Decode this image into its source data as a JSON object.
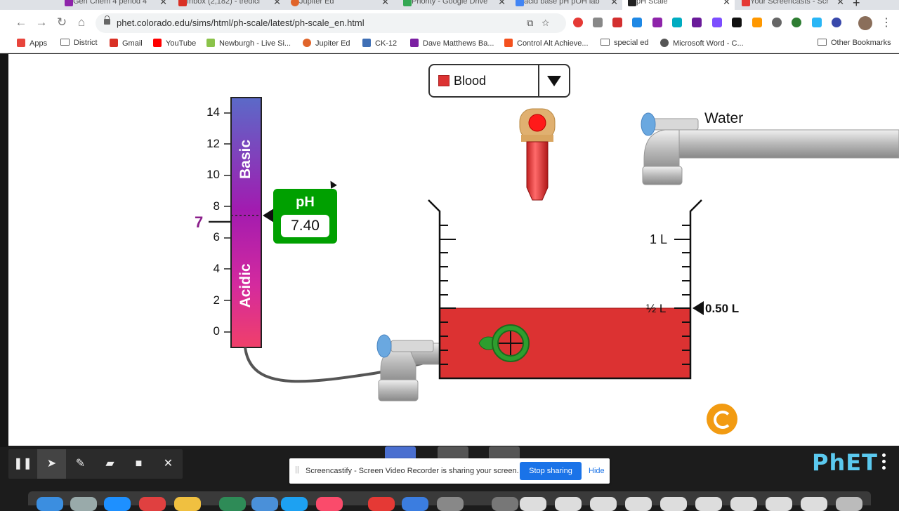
{
  "browser": {
    "tabs": [
      {
        "title": "Gen Chem 4 period 4",
        "color": "#8e24aa"
      },
      {
        "title": "Inbox (2,182) - tredici",
        "color": "#d93025"
      },
      {
        "title": "Jupiter Ed",
        "color": "#e0642a"
      },
      {
        "title": "Priority - Google Drive",
        "color": "#34a853"
      },
      {
        "title": "acid base pH pOH lab",
        "color": "#4285f4"
      },
      {
        "title": "pH Scale",
        "color": "#222222",
        "active": true
      },
      {
        "title": "Your Screencasts - Scr",
        "color": "#e53935"
      }
    ],
    "close_glyph": "✕",
    "new_tab_glyph": "+",
    "url": "phet.colorado.edu/sims/html/ph-scale/latest/ph-scale_en.html",
    "back_icon": "←",
    "forward_icon": "→",
    "reload_icon": "↻",
    "home_icon": "⌂",
    "menu_icon": "⋮",
    "url_icons": "⧉☆",
    "bookmarks": [
      {
        "label": "Apps",
        "color": "#e8453c"
      },
      {
        "label": "District",
        "folder": true
      },
      {
        "label": "Gmail",
        "color": "#d93025"
      },
      {
        "label": "YouTube",
        "color": "#ff0000"
      },
      {
        "label": "Newburgh - Live Si...",
        "color": "#8bc34a"
      },
      {
        "label": "Jupiter Ed",
        "color": "#e0642a"
      },
      {
        "label": "CK-12",
        "color": "#3f6fb5"
      },
      {
        "label": "Dave Matthews Ba...",
        "color": "#7b1fa2"
      },
      {
        "label": "Control Alt Achieve...",
        "color": "#f4511e"
      },
      {
        "label": "special ed",
        "folder": true
      },
      {
        "label": "Microsoft Word - C...",
        "color": "#555555"
      }
    ],
    "other_bookmarks": "Other Bookmarks"
  },
  "sim": {
    "solute_selector": {
      "selected": "Blood",
      "swatch_color": "#dc3232"
    },
    "water_label": "Water",
    "ph_meter": {
      "title": "pH",
      "value": "7.40"
    },
    "ph_scale": {
      "ticks": [
        "14",
        "12",
        "10",
        "8",
        "6",
        "4",
        "2",
        "0"
      ],
      "basic_label": "Basic",
      "acidic_label": "Acidic",
      "neutral_marker": "7"
    },
    "beaker": {
      "one_liter_label": "1 L",
      "half_liter_label": "½ L",
      "volume_readout": "0.50 L",
      "fill_fraction": 0.5,
      "liquid_color": "#dc3232"
    }
  },
  "recorder": {
    "pause_icon": "❚❚",
    "pointer_icon": "➤",
    "pen_icon": "✎",
    "eraser_icon": "▰",
    "camera_icon": "■",
    "close_icon": "✕"
  },
  "share_bar": {
    "grip": "||",
    "message": "Screencastify - Screen Video Recorder is sharing your screen.",
    "stop_label": "Stop sharing",
    "hide_label": "Hide"
  },
  "brand": {
    "logo": "PhET"
  }
}
